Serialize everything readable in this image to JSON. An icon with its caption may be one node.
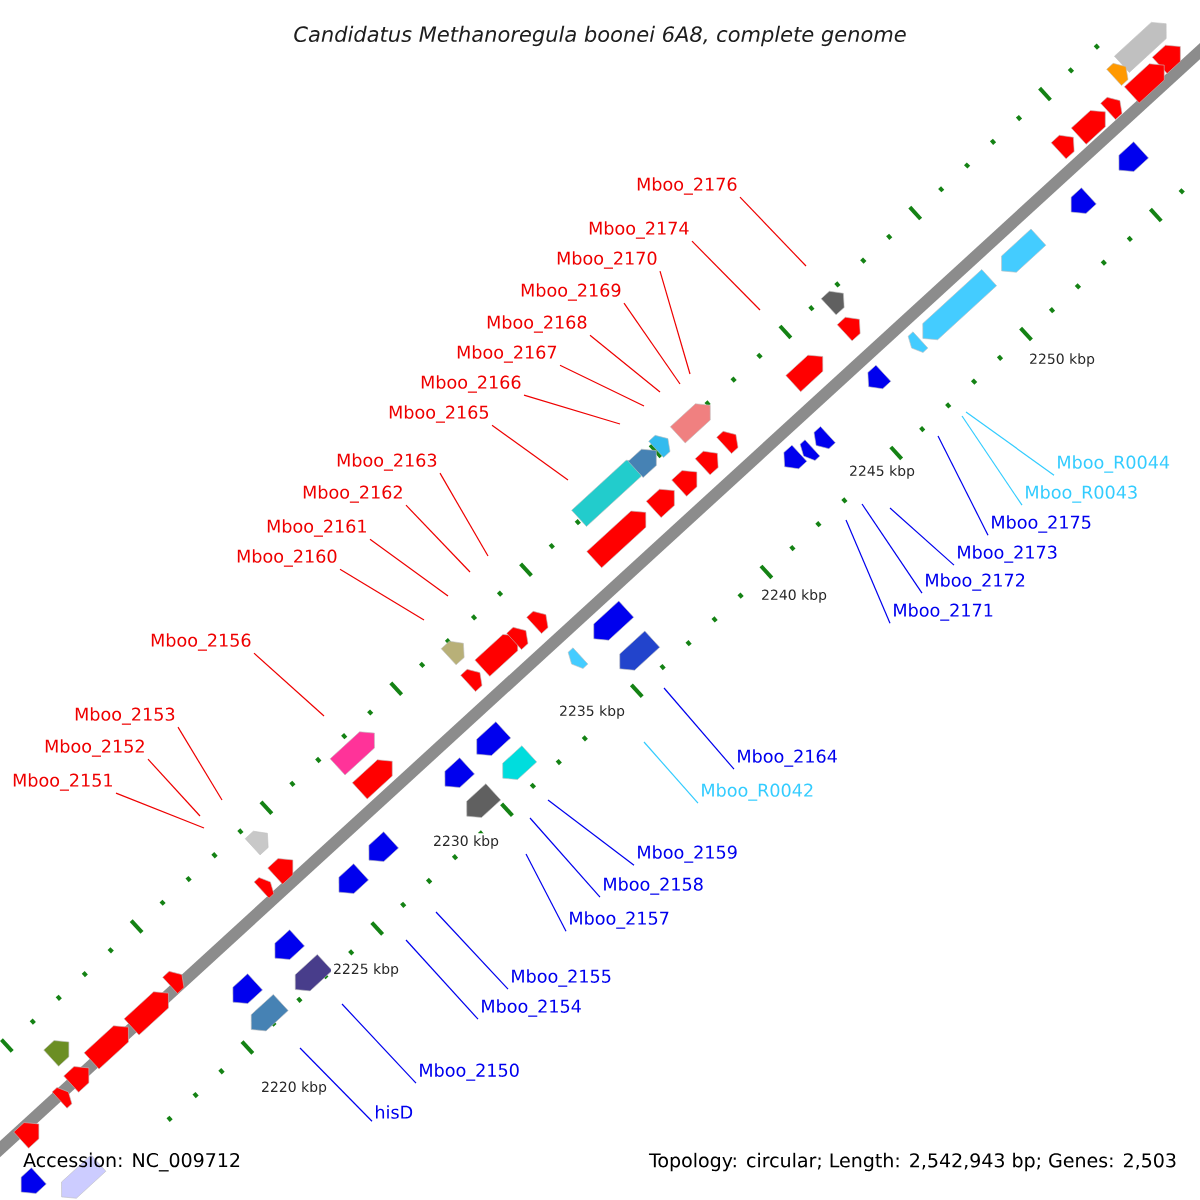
{
  "diagram": {
    "title": "Candidatus Methanoregula boonei 6A8, complete genome",
    "nodes": [
      {
        "text": [
          "Mboo_2176"
        ]
      },
      {
        "text": [
          "Mboo_2174"
        ]
      },
      {
        "text": [
          "Mboo_2170"
        ]
      },
      {
        "text": [
          "Mboo_2169"
        ]
      },
      {
        "text": [
          "Mboo_2168"
        ]
      },
      {
        "text": [
          "Mboo_2167"
        ]
      },
      {
        "text": [
          "Mboo_2166"
        ]
      },
      {
        "text": [
          "Mboo_2165"
        ]
      },
      {
        "text": [
          "Mboo_2163"
        ]
      },
      {
        "text": [
          "Mboo_2162"
        ]
      },
      {
        "text": [
          "Mboo_2161"
        ]
      },
      {
        "text": [
          "Mboo_2160"
        ]
      },
      {
        "text": [
          "Mboo_2156"
        ]
      },
      {
        "text": [
          "Mboo_2153"
        ]
      },
      {
        "text": [
          "Mboo_2152"
        ]
      },
      {
        "text": [
          "Mboo_2151"
        ]
      },
      {
        "text": [
          "Mboo_R0044"
        ]
      },
      {
        "text": [
          "Mboo_R0043"
        ]
      },
      {
        "text": [
          "Mboo_2175"
        ]
      },
      {
        "text": [
          "Mboo_2173"
        ]
      },
      {
        "text": [
          "Mboo_2172"
        ]
      },
      {
        "text": [
          "Mboo_2171"
        ]
      },
      {
        "text": [
          "Mboo_2164"
        ]
      },
      {
        "text": [
          "Mboo_R0042"
        ]
      },
      {
        "text": [
          "Mboo_2159"
        ]
      },
      {
        "text": [
          "Mboo_2158"
        ]
      },
      {
        "text": [
          "Mboo_2157"
        ]
      },
      {
        "text": [
          "Mboo_2155"
        ]
      },
      {
        "text": [
          "Mboo_2154"
        ]
      },
      {
        "text": [
          "Mboo_2150"
        ]
      },
      {
        "text": [
          "hisD"
        ]
      }
    ],
    "edges": [
      {
        "from": 0,
        "to": null,
        "arrow": "none"
      },
      {
        "from": 1,
        "to": null,
        "arrow": "none"
      },
      {
        "from": 2,
        "to": null,
        "arrow": "none"
      },
      {
        "from": 3,
        "to": null,
        "arrow": "none"
      },
      {
        "from": 4,
        "to": null,
        "arrow": "none"
      },
      {
        "from": 5,
        "to": null,
        "arrow": "none"
      },
      {
        "from": 6,
        "to": null,
        "arrow": "none"
      },
      {
        "from": 7,
        "to": null,
        "arrow": "none"
      },
      {
        "from": 8,
        "to": null,
        "arrow": "none"
      },
      {
        "from": 9,
        "to": null,
        "arrow": "none"
      },
      {
        "from": 10,
        "to": null,
        "arrow": "none"
      },
      {
        "from": 11,
        "to": null,
        "arrow": "none"
      },
      {
        "from": 12,
        "to": null,
        "arrow": "none"
      },
      {
        "from": 13,
        "to": null,
        "arrow": "none"
      },
      {
        "from": 14,
        "to": null,
        "arrow": "none"
      },
      {
        "from": 15,
        "to": null,
        "arrow": "none"
      },
      {
        "from": 16,
        "to": null,
        "arrow": "none",
        "color": "#33ccff"
      },
      {
        "from": 17,
        "to": null,
        "arrow": "none",
        "color": "#33ccff"
      },
      {
        "from": 18,
        "to": null,
        "arrow": "none",
        "color": "#0000ee"
      },
      {
        "from": 19,
        "to": null,
        "arrow": "none",
        "color": "#0000ee"
      },
      {
        "from": 20,
        "to": null,
        "arrow": "none",
        "color": "#0000ee"
      },
      {
        "from": 21,
        "to": null,
        "arrow": "none",
        "color": "#0000ee"
      },
      {
        "from": 22,
        "to": null,
        "arrow": "none",
        "color": "#0000ee"
      },
      {
        "from": 23,
        "to": null,
        "arrow": "none",
        "color": "#33ccff"
      },
      {
        "from": 24,
        "to": null,
        "arrow": "none",
        "color": "#0000ee"
      },
      {
        "from": 25,
        "to": null,
        "arrow": "none",
        "color": "#0000ee"
      },
      {
        "from": 26,
        "to": null,
        "arrow": "none",
        "color": "#0000ee"
      },
      {
        "from": 27,
        "to": null,
        "arrow": "none",
        "color": "#0000ee"
      },
      {
        "from": 28,
        "to": null,
        "arrow": "none",
        "color": "#0000ee"
      },
      {
        "from": 29,
        "to": null,
        "arrow": "none",
        "color": "#0000ee"
      },
      {
        "from": 30,
        "to": null,
        "arrow": "none",
        "color": "#0000ee"
      }
    ],
    "labels": [
      "2250 kbp",
      "2245 kbp",
      "2240 kbp",
      "2235 kbp",
      "2230 kbp",
      "2225 kbp",
      "2220 kbp",
      "Accession: NC_009712",
      "Topology: circular; Length: 2,542,943 bp; Genes: 2,503"
    ]
  }
}
